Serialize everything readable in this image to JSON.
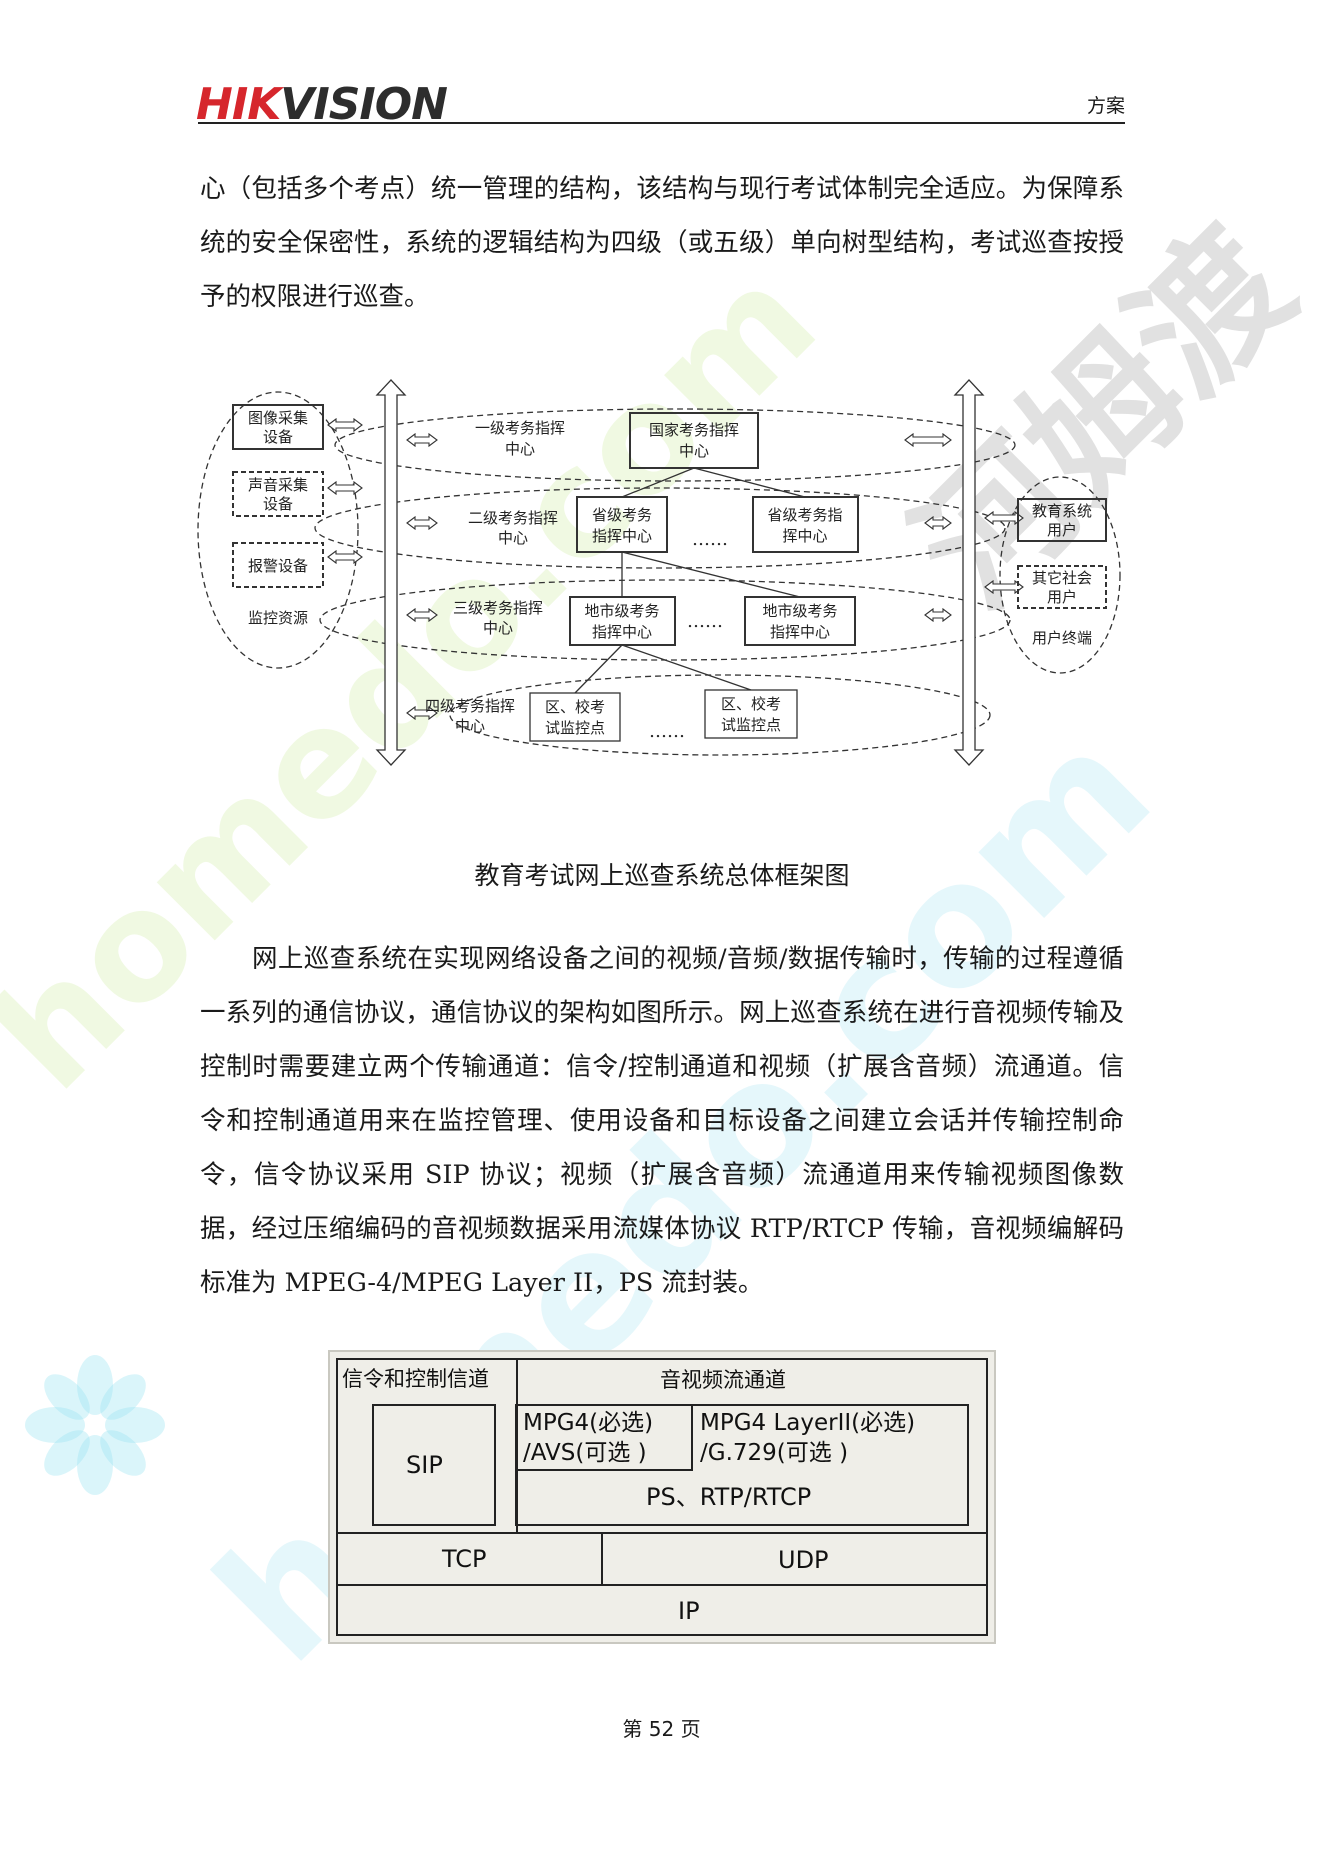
{
  "header": {
    "brand_red": "HIK",
    "brand_rest": "VISION",
    "tag": "方案"
  },
  "para1": "心（包括多个考点）统一管理的结构，该结构与现行考试体制完全适应。为保障系统的安全保密性，系统的逻辑结构为四级（或五级）单向树型结构，考试巡查按授予的权限进行巡查。",
  "figure1": {
    "caption": "教育考试网上巡查系统总体框架图",
    "left_group": {
      "items": [
        {
          "line1": "图像采集",
          "line2": "设备"
        },
        {
          "line1": "声音采集",
          "line2": "设备"
        },
        {
          "line1": "报警设备",
          "line2": ""
        }
      ],
      "label": "监控资源"
    },
    "right_group": {
      "items": [
        {
          "line1": "教育系统",
          "line2": "用户"
        },
        {
          "line1": "其它社会",
          "line2": "用户"
        }
      ],
      "label": "用户终端"
    },
    "levels": [
      {
        "label1": "一级考务指挥",
        "label2": "中心",
        "nodes": [
          {
            "line1": "国家考务指挥",
            "line2": "中心"
          }
        ]
      },
      {
        "label1": "二级考务指挥",
        "label2": "中心",
        "nodes": [
          {
            "line1": "省级考务",
            "line2": "指挥中心"
          },
          {
            "line1": "省级考务指",
            "line2": "挥中心"
          }
        ]
      },
      {
        "label1": "三级考务指挥",
        "label2": "中心",
        "nodes": [
          {
            "line1": "地市级考务",
            "line2": "指挥中心"
          },
          {
            "line1": "地市级考务",
            "line2": "指挥中心"
          }
        ]
      },
      {
        "label1": "四级考务指挥",
        "label2": "中心",
        "nodes": [
          {
            "line1": "区、校考",
            "line2": "试监控点"
          },
          {
            "line1": "区、校考",
            "line2": "试监控点"
          }
        ]
      }
    ],
    "ellipsis": "……"
  },
  "para2": "网上巡查系统在实现网络设备之间的视频/音频/数据传输时，传输的过程遵循一系列的通信协议，通信协议的架构如图所示。网上巡查系统在进行音视频传输及控制时需要建立两个传输通道：信令/控制通道和视频（扩展含音频）流通道。信令和控制通道用来在监控管理、使用设备和目标设备之间建立会话并传输控制命令，信令协议采用 SIP 协议；视频（扩展含音频）流通道用来传输视频图像数据，经过压缩编码的音视频数据采用流媒体协议 RTP/RTCP 传输，音视频编解码标准为 MPEG-4/MPEG Layer II，PS 流封装。",
  "stack": {
    "signal_title": "信令和控制信道",
    "stream_title": "音视频流通道",
    "sip": "SIP",
    "video_codec_1": "MPG4(必选)",
    "video_codec_2": "/AVS(可选 )",
    "audio_codec_1": "MPG4 LayerII(必选)",
    "audio_codec_2": "/G.729(可选 )",
    "ps_rtp": "PS、RTP/RTCP",
    "tcp": "TCP",
    "udp": "UDP",
    "ip": "IP"
  },
  "footer": {
    "page": "第 52 页"
  },
  "watermark": {
    "text_green": "homedo.com",
    "text_blue": "homedo.com",
    "text_cn": "河姆渡"
  },
  "colors": {
    "brand_red": "#d6262c",
    "watermark_green": "#c8eb96",
    "watermark_blue": "#96e1f0"
  }
}
